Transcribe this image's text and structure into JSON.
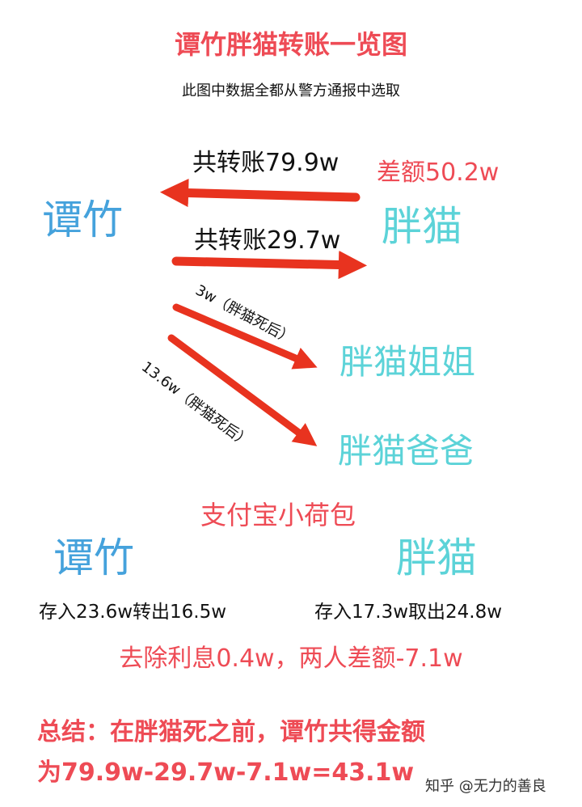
{
  "title": "谭竹胖猫转账一览图",
  "subtitle": "此图中数据全都从警方通报中选取",
  "top_section": {
    "left_party": "谭竹",
    "right_party": "胖猫",
    "transfer_to_tanzhu": "共转账79.9w",
    "difference": "差额50.2w",
    "transfer_to_pangmao": "共转账29.7w",
    "to_sister_label": "3w（胖猫死后）",
    "to_sister": "胖猫姐姐",
    "to_father_label": "13.6w（胖猫死后）",
    "to_father": "胖猫爸爸"
  },
  "alipay_section": {
    "heading": "支付宝小荷包",
    "left_party": "谭竹",
    "right_party": "胖猫",
    "left_detail": "存入23.6w转出16.5w",
    "right_detail": "存入17.3w取出24.8w",
    "summary": "去除利息0.4w，两人差额-7.1w"
  },
  "conclusion": {
    "line1": "总结：在胖猫死之前，谭竹共得金额",
    "line2": "为79.9w-29.7w-7.1w=43.1w"
  },
  "watermark": "知乎 @无力的善良",
  "colors": {
    "red": "#ee4b55",
    "blue": "#45a2dc",
    "cyan": "#5cd3d8",
    "arrow": "#e8331f"
  }
}
